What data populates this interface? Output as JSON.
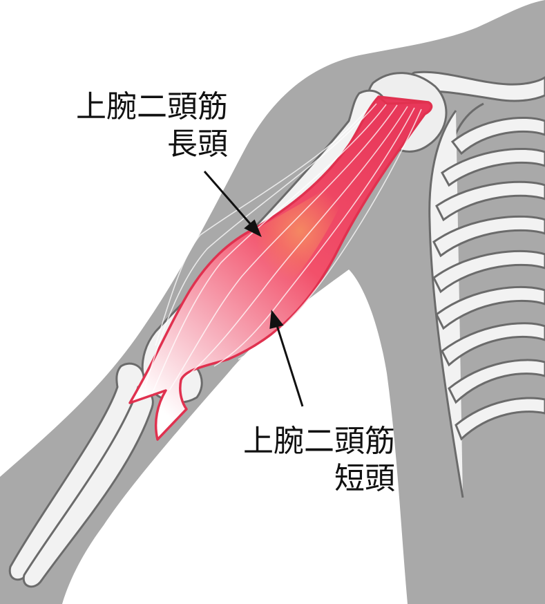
{
  "colors": {
    "body_silhouette": "#a9a9a9",
    "bone_fill": "#f2f2f2",
    "bone_stroke": "#6b6b6b",
    "muscle_outline": "#e0314f",
    "muscle_fill": "#f2506a",
    "muscle_highlight": "#f6a060",
    "arrow": "#111111"
  },
  "labels": {
    "long_head": {
      "line1": "上腕二頭筋",
      "line2": "長頭"
    },
    "short_head": {
      "line1": "上腕二頭筋",
      "line2": "短頭"
    }
  }
}
